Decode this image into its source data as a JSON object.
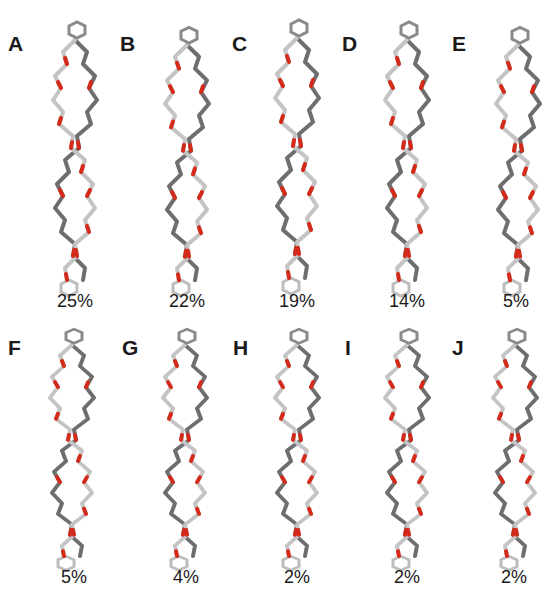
{
  "diagram": {
    "labels": [
      "A",
      "B",
      "C",
      "D",
      "E",
      "25%",
      "22%",
      "19%",
      "14%",
      "5%",
      "F",
      "G",
      "H",
      "I",
      "J",
      "5%",
      "4%",
      "2%",
      "2%",
      "2%"
    ]
  }
}
